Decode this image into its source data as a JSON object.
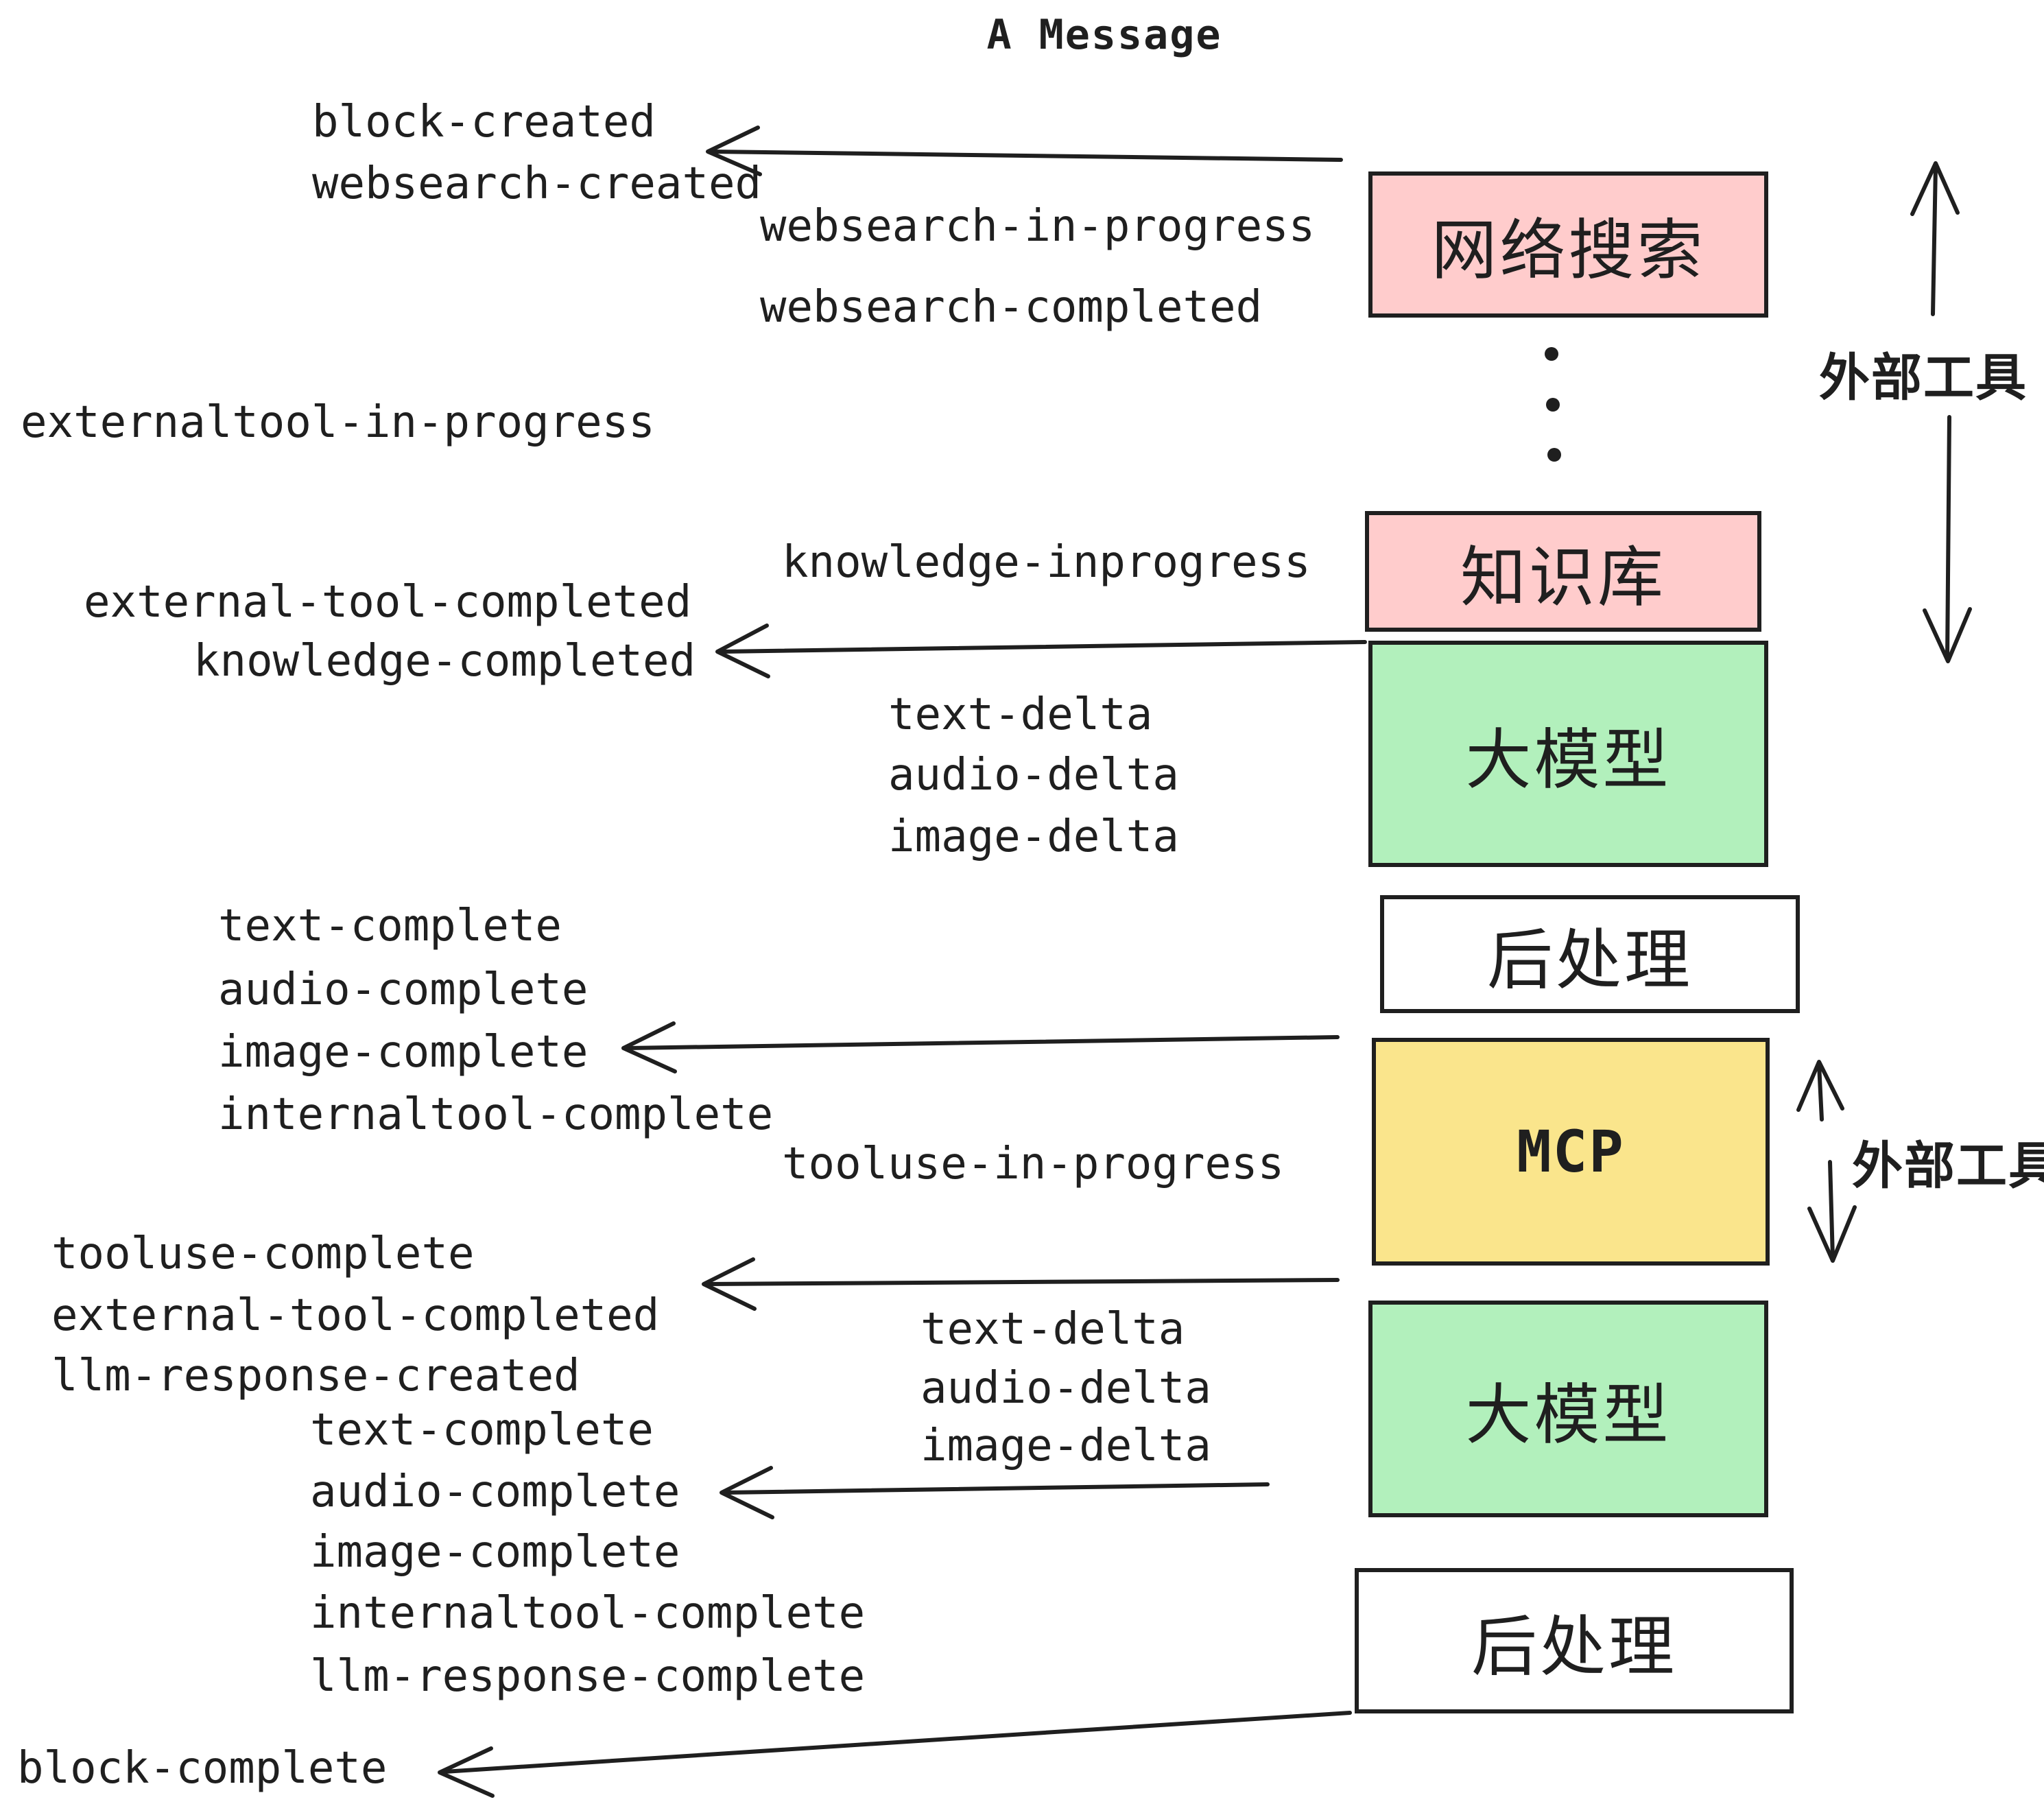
{
  "title": "A Message",
  "boxes": {
    "websearch": {
      "label": "网络搜索"
    },
    "knowledge": {
      "label": "知识库"
    },
    "llm1": {
      "label": "大模型"
    },
    "post1": {
      "label": "后处理"
    },
    "mcp": {
      "label": "MCP"
    },
    "llm2": {
      "label": "大模型"
    },
    "post2": {
      "label": "后处理"
    }
  },
  "side_labels": {
    "external_tools_top": "外部工具",
    "external_tools_bottom": "外部工具"
  },
  "events": [
    "block-created",
    "websearch-created",
    "websearch-in-progress",
    "websearch-completed",
    "externaltool-in-progress",
    "knowledge-inprogress",
    "external-tool-completed",
    "knowledge-completed",
    "text-delta",
    "audio-delta",
    "image-delta",
    "text-complete",
    "audio-complete",
    "image-complete",
    "internaltool-complete",
    "tooluse-in-progress",
    "tooluse-complete",
    "external-tool-completed",
    "llm-response-created",
    "text-complete",
    "audio-complete",
    "image-complete",
    "internaltool-complete",
    "llm-response-complete",
    "block-complete",
    "text-delta",
    "audio-delta",
    "image-delta"
  ],
  "colors": {
    "pink": "#ffcccc",
    "green": "#b2f0bc",
    "yellow": "#fae58c",
    "white": "#ffffff",
    "ink": "#1f1f1f",
    "background": "#ffffff"
  }
}
